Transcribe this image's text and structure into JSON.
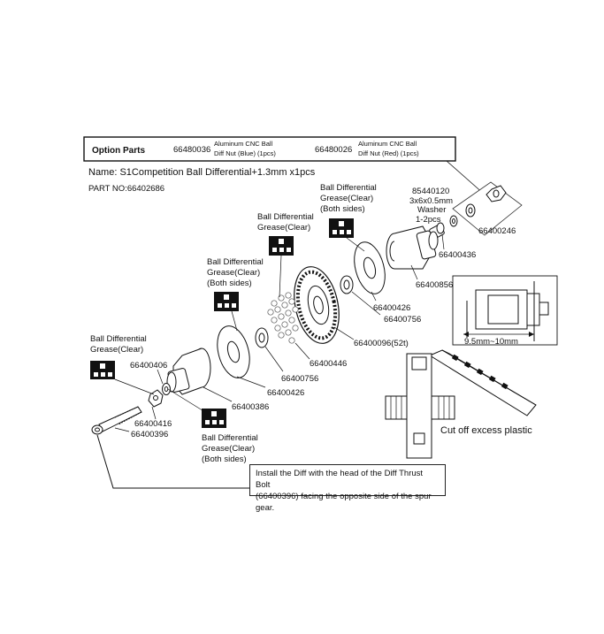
{
  "option_parts": {
    "title": "Option Parts",
    "items": [
      {
        "part_no": "66480036",
        "desc_line1": "Aluminum CNC Ball",
        "desc_line2": "Diff Nut (Blue) (1pcs)"
      },
      {
        "part_no": "66480026",
        "desc_line1": "Aluminum CNC Ball",
        "desc_line2": "Diff Nut (Red) (1pcs)"
      }
    ]
  },
  "header": {
    "name": "Name: S1Competition Ball Differential+1.3mm x1pcs",
    "part_no": "PART NO:66402686"
  },
  "grease": {
    "ball_diff": "Ball Differential",
    "clear": "Grease(Clear)",
    "both_sides": "(Both sides)"
  },
  "washer": {
    "part_no": "85440120",
    "size": "3x6x0.5mm",
    "name": "Washer",
    "qty": "1-2pcs"
  },
  "parts": {
    "p246": "66400246",
    "p436": "66400436",
    "p856": "66400856",
    "p426a": "66400426",
    "p756a": "66400756",
    "p096": "66400096(52t)",
    "p446": "66400446",
    "p756b": "66400756",
    "p426b": "66400426",
    "p386": "66400386",
    "p406": "66400406",
    "p416": "66400416",
    "p396": "66400396"
  },
  "measure": "9.5mm~10mm",
  "cutoff": "Cut off excess plastic",
  "install_note": {
    "line1": "Install the Diff with the head of the Diff Thrust Bolt",
    "line2": "(66400396) facing the opposite side of the spur gear."
  }
}
